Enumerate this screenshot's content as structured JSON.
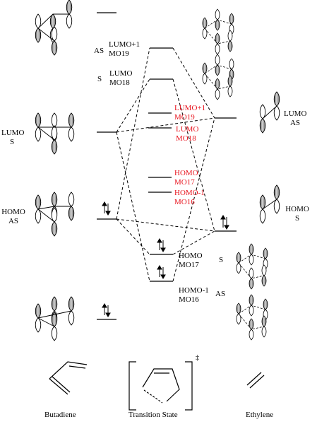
{
  "labels": {
    "but_lumo": "LUMO",
    "but_lumo_sym": "S",
    "but_homo": "HOMO",
    "but_homo_sym": "AS",
    "ts_lumo1_sym": "AS",
    "ts_lumo1": "LUMO+1",
    "ts_lumo1_mo": "MO19",
    "ts_lumo_sym": "S",
    "ts_lumo": "LUMO",
    "ts_lumo_mo": "MO18",
    "ts_homo": "HOMO",
    "ts_homo_mo": "MO17",
    "ts_homo_sym": "S",
    "ts_homo1": "HOMO-1",
    "ts_homo1_mo": "MO16",
    "ts_homo1_sym": "AS",
    "red_lumo1": "LUMO+1",
    "red_lumo1_mo": "MO19",
    "red_lumo": "LUMO",
    "red_lumo_mo": "MO18",
    "red_homo": "HOMO",
    "red_homo_mo": "MO17",
    "red_homo1": "HOMO-1",
    "red_homo1_mo": "MO16",
    "eth_lumo": "LUMO",
    "eth_lumo_sym": "AS",
    "eth_homo": "HOMO",
    "eth_homo_sym": "S",
    "ts_dagger": "‡"
  },
  "footer": {
    "butadiene": "Butadiene",
    "transition_state": "Transition State",
    "ethylene": "Ethylene"
  },
  "colors": {
    "ink": "#000000",
    "lobe": "#8c8c8c",
    "highlight": "#e8141e"
  }
}
